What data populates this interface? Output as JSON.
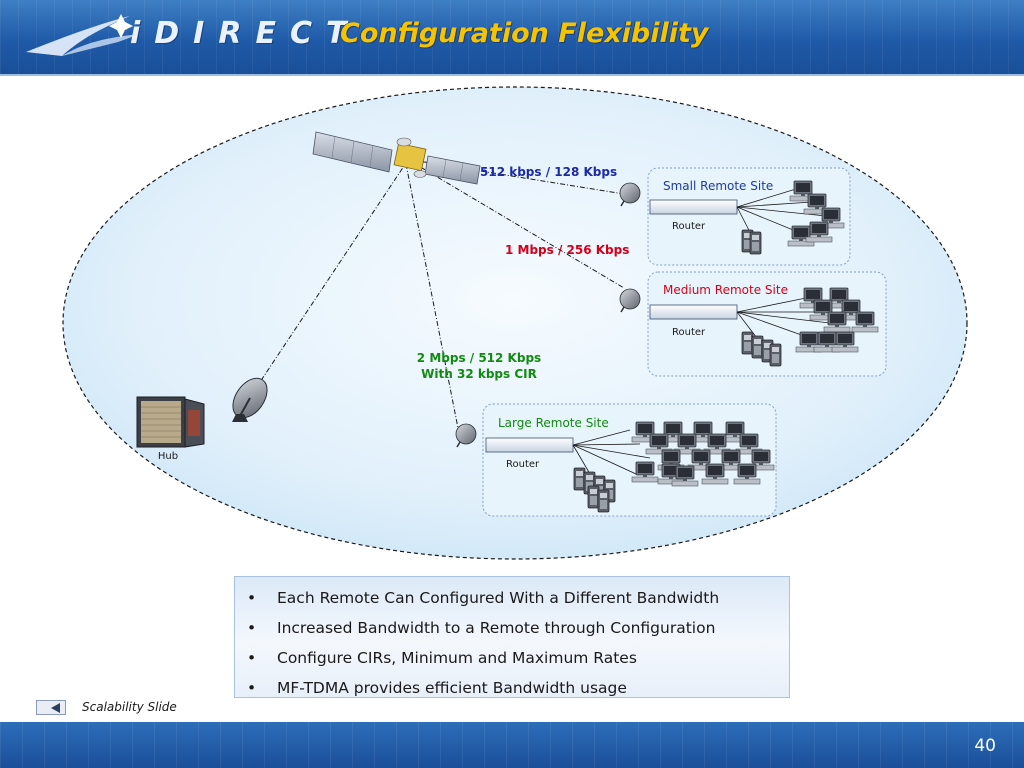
{
  "header": {
    "brand": "iDIRECT",
    "title": "Configuration Flexibility"
  },
  "diagram": {
    "links": {
      "small": "512 kbps / 128 Kbps",
      "medium": "1 Mbps / 256 Kbps",
      "large_line1": "2 Mbps / 512 Kbps",
      "large_line2": "With 32 kbps CIR"
    },
    "sites": {
      "small": "Small Remote Site",
      "medium": "Medium Remote Site",
      "large": "Large Remote Site"
    },
    "router_label": "Router",
    "hub_label": "Hub"
  },
  "bullets": [
    "Each Remote Can Configured With a Different Bandwidth",
    "Increased Bandwidth to a Remote through Configuration",
    "Configure CIRs, Minimum and Maximum Rates",
    "MF-TDMA provides efficient Bandwidth usage"
  ],
  "bullet_char": "•",
  "footnote": "Scalability Slide",
  "page_number": "40",
  "colors": {
    "header_blue": "#1f5aa8",
    "title_yellow": "#f5c400",
    "small_link": "#1a2aa8",
    "medium_link": "#d4001a",
    "large_link": "#128a12",
    "small_site_label": "#1a3aa8",
    "medium_site_label": "#d4001a",
    "large_site_label": "#128a12"
  }
}
